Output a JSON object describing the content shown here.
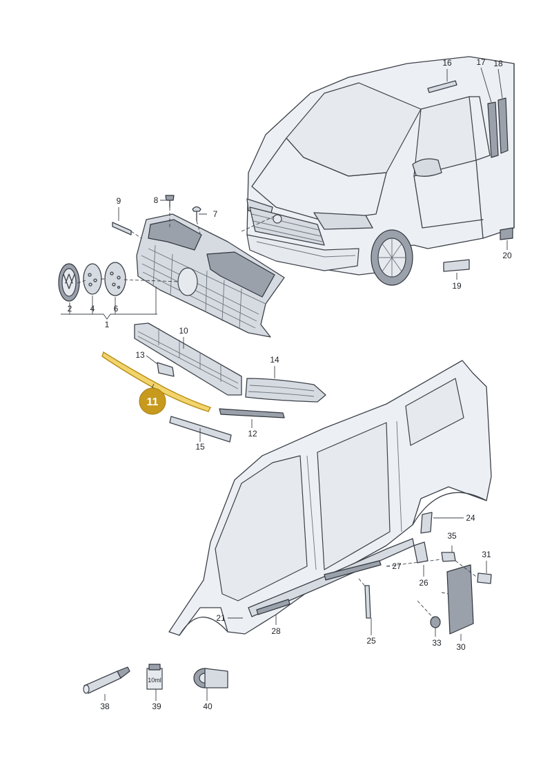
{
  "diagram": {
    "highlighted_part": "11",
    "colors": {
      "highlight": "#c79a1e",
      "highlight_part": "#f1d46c",
      "line": "#3b4048"
    },
    "callouts": [
      "1",
      "2",
      "4",
      "6",
      "7",
      "8",
      "9",
      "10",
      "11",
      "12",
      "13",
      "14",
      "15",
      "16",
      "17",
      "18",
      "19",
      "20",
      "21",
      "24",
      "25",
      "26",
      "27",
      "28",
      "30",
      "31",
      "33",
      "35",
      "38",
      "39",
      "40"
    ],
    "bottle_label": "10ml"
  }
}
